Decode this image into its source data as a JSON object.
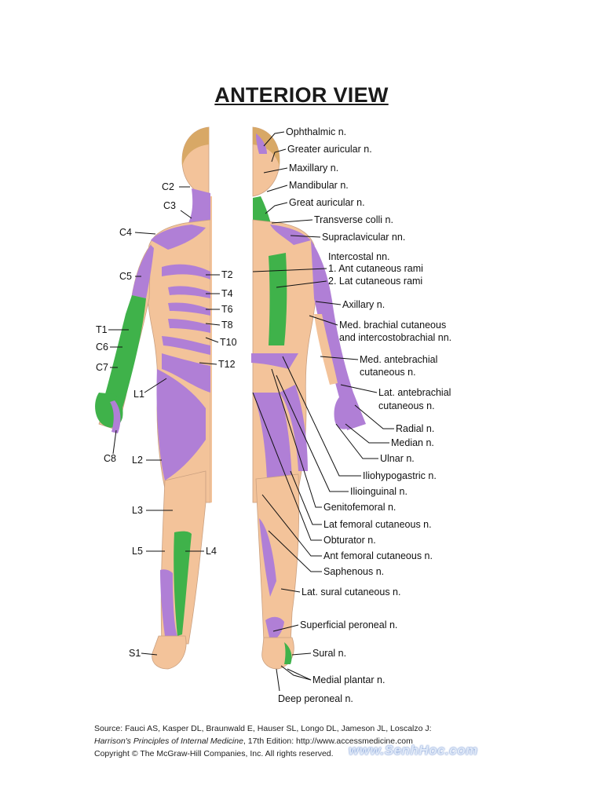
{
  "title": "ANTERIOR VIEW",
  "colors": {
    "skin": "#f3c39a",
    "purple": "#b07fd6",
    "green": "#3fb24a"
  },
  "segments": [
    "C2",
    "C3",
    "C4",
    "C5",
    "T2",
    "T4",
    "T6",
    "T8",
    "T1",
    "T10",
    "C6",
    "C7",
    "T12",
    "L1",
    "C8",
    "L2",
    "L3",
    "L5",
    "L4",
    "S1"
  ],
  "nerves": [
    "Ophthalmic n.",
    "Greater auricular n.",
    "Maxillary n.",
    "Mandibular n.",
    "Great auricular n.",
    "Transverse colli n.",
    "Supraclavicular nn.",
    "Intercostal nn.",
    "1. Ant cutaneous rami",
    "2. Lat cutaneous rami",
    "Axillary n.",
    "Med. brachial cutaneous",
    "and intercostobrachial nn.",
    "Med. antebrachial",
    "cutaneous n.",
    "Lat. antebrachial",
    "cutaneous n.",
    "Radial n.",
    "Median n.",
    "Ulnar n.",
    "Iliohypogastric n.",
    "Ilioinguinal n.",
    "Genitofemoral n.",
    "Lat femoral cutaneous n.",
    "Obturator n.",
    "Ant femoral cutaneous n.",
    "Saphenous n.",
    "Lat. sural cutaneous n.",
    "Superficial peroneal n.",
    "Sural n.",
    "Medial plantar n.",
    "Deep peroneal n."
  ],
  "source": {
    "line1": "Source: Fauci AS, Kasper DL, Braunwald E, Hauser SL, Longo DL, Jameson JL, Loscalzo J:",
    "line2_book": "Harrison's Principles of Internal Medicine",
    "line2_rest": ", 17th Edition: http://www.accessmedicine.com",
    "line3": "Copyright © The McGraw-Hill Companies, Inc. All rights reserved."
  },
  "watermark": "www.SenhHoc.com"
}
